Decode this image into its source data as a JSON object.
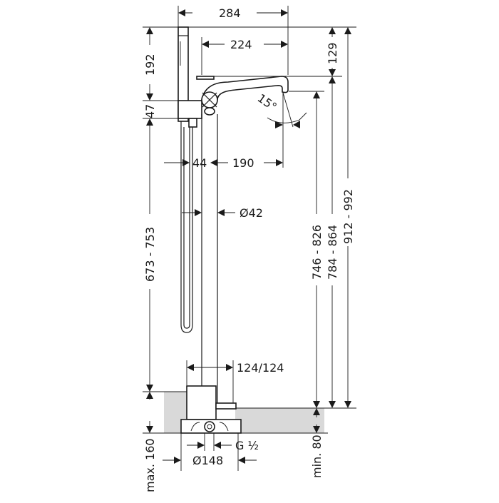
{
  "drawing": {
    "title": "Freestanding bath mixer with hand shower — technical dimension drawing",
    "units": "mm",
    "colors": {
      "line": "#1a1a1a",
      "floor_fill": "#d9d9d9",
      "background": "#ffffff"
    },
    "dimensions": {
      "overall_width": "284",
      "spout_projection": "224",
      "handshower_height": "192",
      "top_to_spout": "129",
      "handle_block": "47",
      "spout_angle": "15°",
      "hose_offset": "44",
      "spout_reach": "190",
      "pipe_diameter": "Ø42",
      "column_height": "673 - 753",
      "spout_outlet_height": "746 - 826",
      "spout_top_height": "784 - 864",
      "overall_height": "912 - 992",
      "base_cover": "124/124",
      "connection_thread": "G ½",
      "base_diameter": "Ø148",
      "installation_depth_max": "max. 160",
      "installation_depth_min": "min. 80"
    }
  }
}
